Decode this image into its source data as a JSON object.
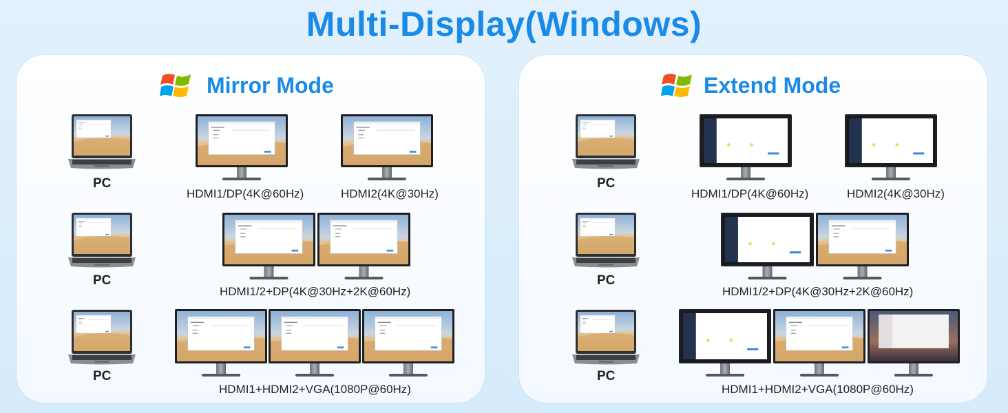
{
  "page": {
    "title": "Multi-Display(Windows)"
  },
  "mirror": {
    "title": "Mirror Mode",
    "rows": [
      {
        "pc_label": "PC",
        "captions": [
          "HDMI1/DP(4K@60Hz)",
          "HDMI2(4K@30Hz)"
        ]
      },
      {
        "pc_label": "PC",
        "captions": [
          "HDMI1/2+DP(4K@30Hz+2K@60Hz)"
        ]
      },
      {
        "pc_label": "PC",
        "captions": [
          "HDMI1+HDMI2+VGA(1080P@60Hz)"
        ]
      }
    ]
  },
  "extend": {
    "title": "Extend Mode",
    "rows": [
      {
        "pc_label": "PC",
        "captions": [
          "HDMI1/DP(4K@60Hz)",
          "HDMI2(4K@30Hz)"
        ]
      },
      {
        "pc_label": "PC",
        "captions": [
          "HDMI1/2+DP(4K@30Hz+2K@60Hz)"
        ]
      },
      {
        "pc_label": "PC",
        "captions": [
          "HDMI1+HDMI2+VGA(1080P@60Hz)"
        ]
      }
    ]
  },
  "colors": {
    "accent": "#1a8ae6",
    "panel": "#ffffff",
    "background": "#dcedfb"
  },
  "icons": {
    "logo": "windows-logo-icon"
  }
}
